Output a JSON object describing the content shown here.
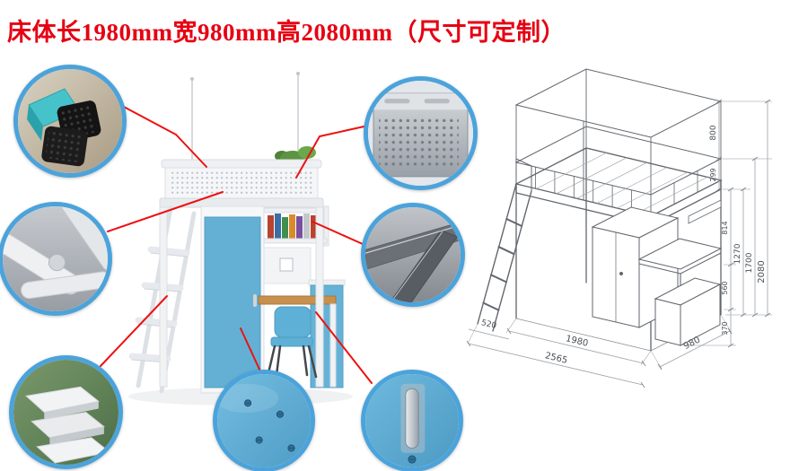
{
  "title": {
    "text": "床体长1980mm宽980mm高2080mm（尺寸可定制）"
  },
  "colors": {
    "title_red": "#e60012",
    "connector_red": "#ee1111",
    "callout_ring_blue": "#4ba3db",
    "furniture_panel_blue": "#64b0d5",
    "detail_teal": "#46c3ca",
    "desk_wood": "#c89050"
  },
  "callouts": [
    {
      "name": "corner-foot-pads"
    },
    {
      "name": "bed-frame-tubes"
    },
    {
      "name": "ladder-steps"
    },
    {
      "name": "perforated-side-rail"
    },
    {
      "name": "steel-beam-joint"
    },
    {
      "name": "panel-rivets"
    },
    {
      "name": "cabinet-handle"
    }
  ],
  "drawing": {
    "dims": {
      "d800": "800",
      "d299": "299",
      "d814": "814",
      "d1270": "1270",
      "d1700": "1700",
      "d2080": "2080",
      "d560": "560",
      "d370": "370",
      "d520": "520",
      "d1980": "1980",
      "d2565": "2565",
      "d980": "980"
    }
  }
}
